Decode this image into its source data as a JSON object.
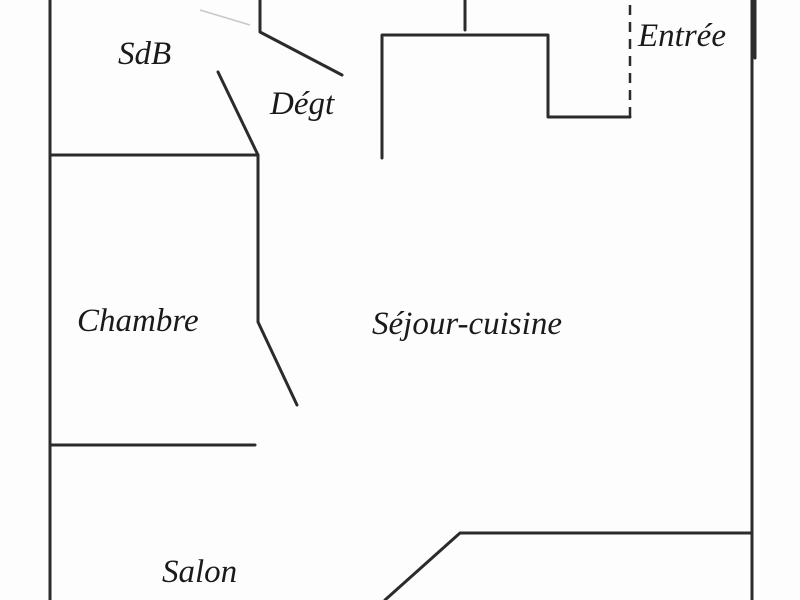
{
  "rooms": {
    "sdb": "SdB",
    "degt": "Dégt",
    "entree": "Entrée",
    "chambre": "Chambre",
    "sejour": "Séjour-cuisine",
    "salon": "Salon"
  },
  "colors": {
    "wall": "#2b2b2b",
    "text": "#1a1a1a"
  }
}
